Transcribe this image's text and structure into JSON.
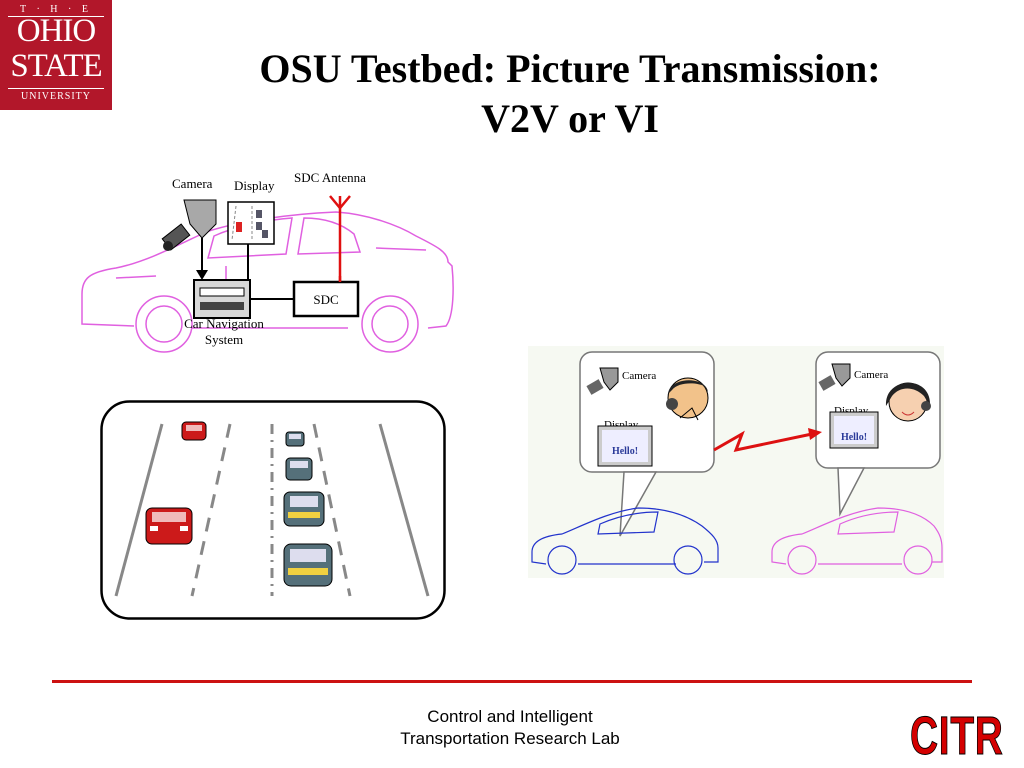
{
  "logo": {
    "the": "T · H · E",
    "ohio": "OHIO",
    "state": "STATE",
    "university": "UNIVERSITY"
  },
  "title": {
    "line1": "OSU Testbed: Picture Transmission:",
    "line2": "V2V or VI"
  },
  "car_diagram": {
    "camera": "Camera",
    "display": "Display",
    "antenna": "SDC Antenna",
    "sdc": "SDC",
    "nav_line1": "Car Navigation",
    "nav_line2": "System",
    "colors": {
      "car_outline": "#e060e0",
      "antenna": "#e01010"
    }
  },
  "v2v_diagram": {
    "left": {
      "camera": "Camera",
      "display": "Display",
      "screen": "Hello!"
    },
    "right": {
      "camera": "Camera",
      "display": "Display",
      "screen": "Hello!"
    },
    "colors": {
      "left_car": "#2233cc",
      "right_car": "#e060e0",
      "link": "#dd1111"
    }
  },
  "footer": {
    "line1": "Control and Intelligent",
    "line2": "Transportation Research Lab"
  },
  "brand": {
    "citr": "CITR",
    "color": "#d40000"
  }
}
